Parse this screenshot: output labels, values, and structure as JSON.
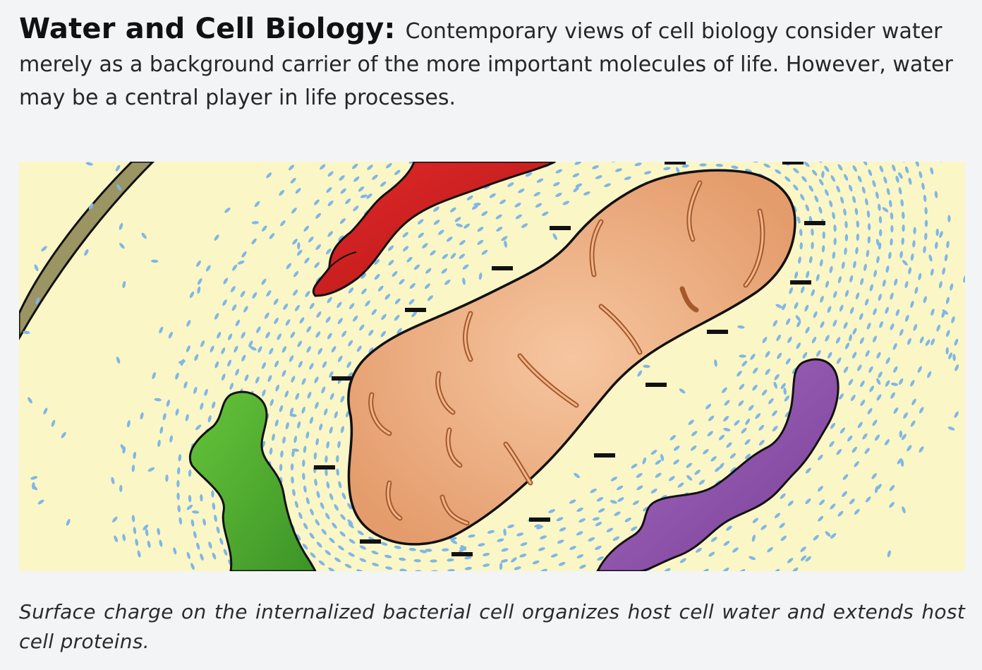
{
  "intro": {
    "heading": "Water and Cell Biology:",
    "body": "Contemporary views of cell biology consider water merely as a background carrier of the more important molecules of life. However, water may be a central player in life processes."
  },
  "figure": {
    "caption": "Surface charge on the internalized bacterial cell organizes host cell water and extends host cell proteins.",
    "colors": {
      "background": "#fbf6c6",
      "water": "#7fb7e6",
      "bacterium": "#e9ab7f",
      "bacterium_folds": "#d98a4e",
      "red_protein": "#cf1f1f",
      "green_protein": "#4fae2e",
      "purple_protein": "#8a4fa6",
      "membrane": "#9b9463",
      "charge": "#111111"
    }
  }
}
